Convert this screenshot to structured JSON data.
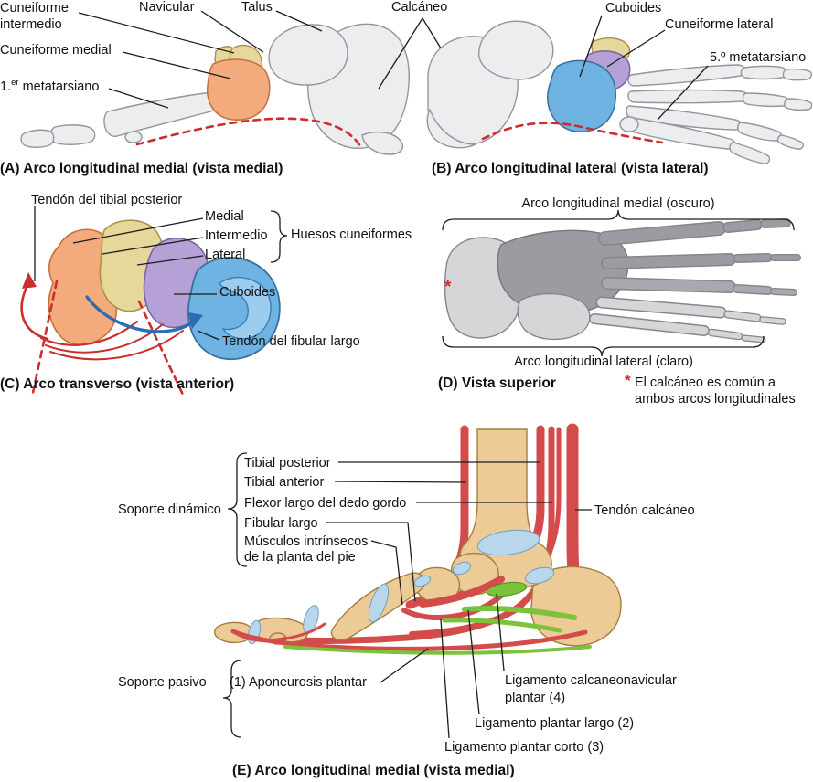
{
  "shared": {
    "calcaneo_label": "Calcáneo"
  },
  "panelA": {
    "caption": "(A) Arco longitudinal medial (vista medial)",
    "labels": {
      "cuneiforme_intermedio": "Cuneiforme intermedio",
      "navicular": "Navicular",
      "talus": "Talus",
      "cuneiforme_medial": "Cuneiforme medial",
      "first_metatarsal_num": "1.",
      "first_metatarsal_sup": "er",
      "first_metatarsal_rest": " metatarsiano"
    }
  },
  "panelB": {
    "caption": "(B) Arco longitudinal lateral (vista lateral)",
    "labels": {
      "cuboides": "Cuboides",
      "cuneiforme_lateral": "Cuneiforme lateral",
      "fifth_metatarsal": "5.º metatarsiano"
    }
  },
  "panelC": {
    "caption": "(C) Arco transverso (vista anterior)",
    "labels": {
      "tendon_tibial_posterior": "Tendón del tibial posterior",
      "medial": "Medial",
      "intermedio": "Intermedio",
      "lateral": "Lateral",
      "huesos_cuneiformes": "Huesos cuneiformes",
      "cuboides": "Cuboides",
      "tendon_fibular_largo": "Tendón del fibular largo"
    }
  },
  "panelD": {
    "caption": "(D) Vista superior",
    "labels": {
      "arco_medial": "Arco longitudinal medial (oscuro)",
      "arco_lateral": "Arco longitudinal lateral (claro)",
      "asterisk": "*",
      "note_line1": "El calcáneo es común a",
      "note_line2": "ambos arcos longitudinales"
    }
  },
  "panelE": {
    "caption": "(E) Arco longitudinal medial (vista medial)",
    "labels": {
      "soporte_dinamico": "Soporte dinámico",
      "tibial_posterior": "Tibial posterior",
      "tibial_anterior": "Tibial anterior",
      "flexor_largo": "Flexor largo del dedo gordo",
      "fibular_largo": "Fibular largo",
      "musculos_line1": "Músculos intrínsecos",
      "musculos_line2": "de la planta del pie",
      "tendon_calcaneo": "Tendón calcáneo",
      "soporte_pasivo": "Soporte pasivo",
      "aponeurosis": "(1) Aponeurosis plantar",
      "lig_calcaneonavicular_line1": "Ligamento calcaneonavicular",
      "lig_calcaneonavicular_line2": "plantar (4)",
      "lig_plantar_largo": "Ligamento plantar largo (2)",
      "lig_plantar_corto": "Ligamento plantar corto (3)"
    }
  },
  "colors": {
    "bone_gray": "#ecedef",
    "bone_outline": "#94949a",
    "yellow": "#e6d79b",
    "orange": "#f3aa7c",
    "purple": "#b6a1d6",
    "blue": "#6fb3e2",
    "arch_red": "#cc2d2d",
    "tendon_red": "#d34b4b",
    "ligament_green": "#7cc23c",
    "bone_tan": "#edcb97",
    "joint_blue": "#b9d7eb",
    "dark_gray": "#9b9ba1",
    "light_gray": "#d6d6d9",
    "text": "#111111"
  }
}
